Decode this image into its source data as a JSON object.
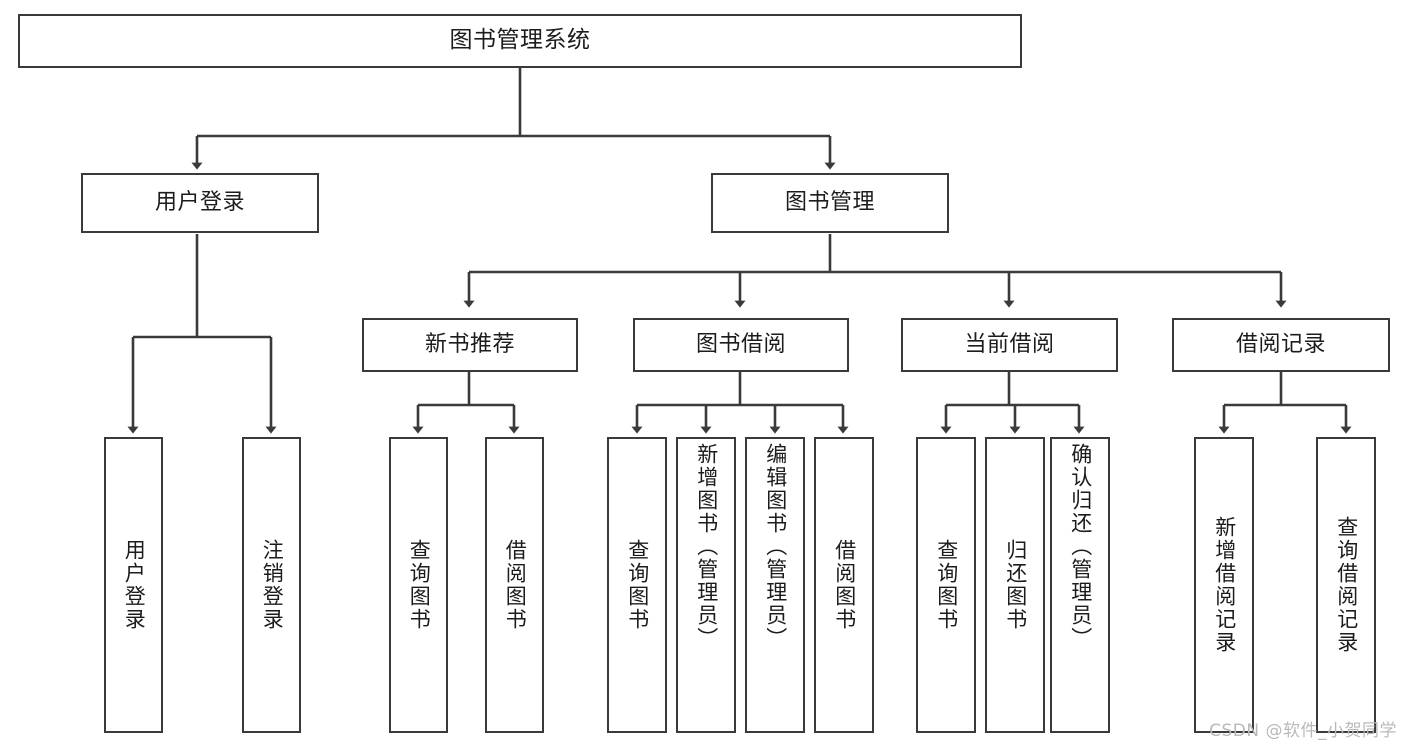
{
  "diagram": {
    "title": "图书管理系统",
    "type": "tree-hierarchy-chart",
    "orientation": "top-down",
    "colors": {
      "background": "#ffffff",
      "node_border": "#3a3a3a",
      "node_fill": "#ffffff",
      "connector": "#3a3a3a",
      "text": "#1c1c1c",
      "watermark": "#b9b9b9"
    },
    "watermark": "CSDN @软件_小贺同学"
  },
  "nodes": {
    "root": {
      "label": "图书管理系统"
    },
    "level2": [
      {
        "id": "user-login",
        "label": "用户登录"
      },
      {
        "id": "book-management",
        "label": "图书管理"
      }
    ],
    "level3": [
      {
        "id": "new-book-recommend",
        "label": "新书推荐"
      },
      {
        "id": "book-borrow",
        "label": "图书借阅"
      },
      {
        "id": "current-borrow",
        "label": "当前借阅"
      },
      {
        "id": "borrow-record",
        "label": "借阅记录"
      }
    ],
    "leaves": {
      "user_login": [
        {
          "id": "leaf-user-login",
          "label": "用户登录"
        },
        {
          "id": "leaf-logout-login",
          "label": "注销登录"
        }
      ],
      "new_book_recommend": [
        {
          "id": "leaf-query-book-1",
          "label": "查询图书"
        },
        {
          "id": "leaf-borrow-book-1",
          "label": "借阅图书"
        }
      ],
      "book_borrow": [
        {
          "id": "leaf-query-book-2",
          "label": "查询图书"
        },
        {
          "id": "leaf-add-book",
          "label": "新增图书（管理员）"
        },
        {
          "id": "leaf-edit-book",
          "label": "编辑图书（管理员）"
        },
        {
          "id": "leaf-borrow-book-2",
          "label": "借阅图书"
        }
      ],
      "current_borrow": [
        {
          "id": "leaf-query-book-3",
          "label": "查询图书"
        },
        {
          "id": "leaf-return-book",
          "label": "归还图书"
        },
        {
          "id": "leaf-confirm-return",
          "label": "确认归还（管理员）"
        }
      ],
      "borrow_record": [
        {
          "id": "leaf-add-record",
          "label": "新增借阅记录"
        },
        {
          "id": "leaf-query-record",
          "label": "查询借阅记录"
        }
      ]
    }
  }
}
